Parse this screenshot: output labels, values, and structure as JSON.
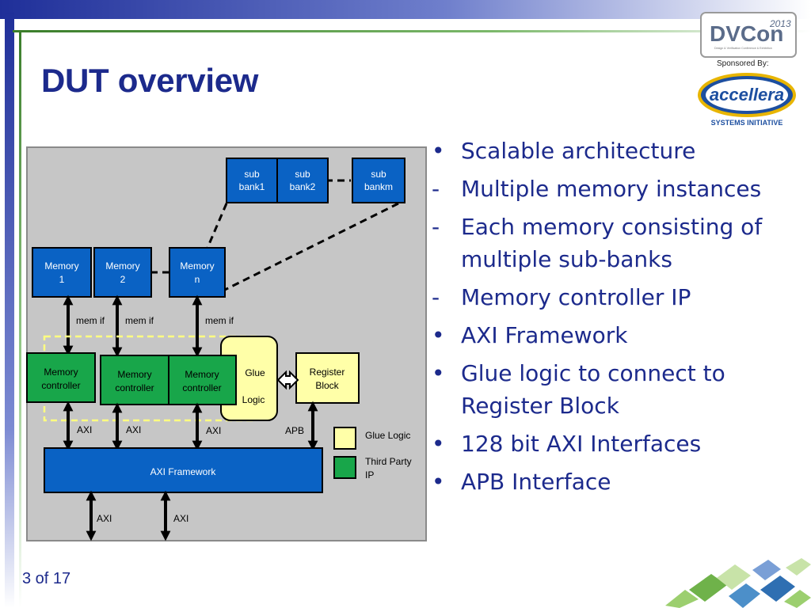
{
  "slide": {
    "title": "DUT overview",
    "page_number": "3 of 17"
  },
  "sponsor": {
    "dvcon_text": "DVCon",
    "dvcon_year": "2013",
    "dvcon_tagline": "Design & Verification Conference & Exhibition",
    "sponsored_by": "Sponsored By:",
    "accellera_text": "accellera",
    "accellera_sub": "SYSTEMS INITIATIVE"
  },
  "bullets": [
    {
      "marker": "•",
      "text": "Scalable architecture"
    },
    {
      "marker": "-",
      "text": "Multiple memory instances"
    },
    {
      "marker": "-",
      "text": "Each memory consisting of multiple sub-banks"
    },
    {
      "marker": "-",
      "text": "Memory controller IP"
    },
    {
      "marker": "•",
      "text": "AXI Framework"
    },
    {
      "marker": "•",
      "text": "Glue logic to connect to Register Block"
    },
    {
      "marker": "•",
      "text": "128 bit AXI Interfaces"
    },
    {
      "marker": "•",
      "text": "APB Interface"
    }
  ],
  "diagram": {
    "sub_bank_1": [
      "sub",
      "bank1"
    ],
    "sub_bank_2": [
      "sub",
      "bank2"
    ],
    "sub_bank_m": [
      "sub",
      "bankm"
    ],
    "memory_1": [
      "Memory",
      "1"
    ],
    "memory_2": [
      "Memory",
      "2"
    ],
    "memory_n": [
      "Memory",
      "n"
    ],
    "mem_if_1": "mem if",
    "mem_if_2": "mem if",
    "mem_if_n": "mem if",
    "memory_controller_1": [
      "Memory",
      "controller"
    ],
    "memory_controller_2": [
      "Memory",
      "controller"
    ],
    "memory_controller_n": [
      "Memory",
      "controller"
    ],
    "glue_logic": [
      "Glue",
      "Logic"
    ],
    "register_block": [
      "Register",
      "Block"
    ],
    "axi_1": "AXI",
    "axi_2": "AXI",
    "axi_n": "AXI",
    "apb": "APB",
    "axi_framework": "AXI Framework",
    "axi_out_1": "AXI",
    "axi_out_2": "AXI",
    "legend": {
      "glue_logic": "Glue Logic",
      "third_party_ip": [
        "Third Party",
        "IP"
      ]
    }
  },
  "colors": {
    "title": "#1c2a8c",
    "memory_blue": "#0a62c4",
    "ip_green": "#18a64a",
    "glue_yellow": "#ffffa8",
    "diagram_bg": "#c6c6c6"
  }
}
